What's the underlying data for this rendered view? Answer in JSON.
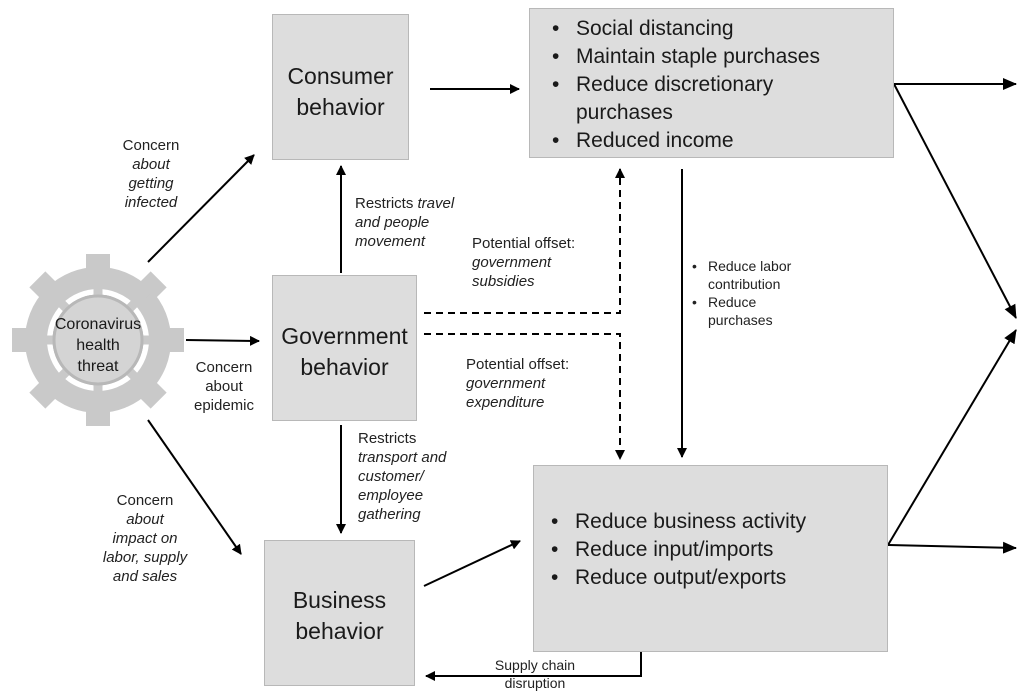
{
  "boxes": {
    "consumer": {
      "line1": "Consumer",
      "line2": "behavior"
    },
    "government": {
      "line1": "Government",
      "line2": "behavior"
    },
    "business": {
      "line1": "Business",
      "line2": "behavior"
    },
    "consumer_effects": [
      "Social distancing",
      "Maintain staple purchases",
      "Reduce discretionary purchases",
      "Reduced income"
    ],
    "business_effects": [
      "Reduce business activity",
      "Reduce input/imports",
      "Reduce output/exports"
    ]
  },
  "virus": {
    "line1": "Coronavirus",
    "line2": "health",
    "line3": "threat"
  },
  "labels": {
    "concern_infected": {
      "l1": "Concern",
      "l2": "about",
      "l3": "getting",
      "l4": "infected"
    },
    "concern_epidemic": {
      "l1": "Concern",
      "l2": "about",
      "l3": "epidemic"
    },
    "concern_impact": {
      "l1": "Concern",
      "l2": "about",
      "l3": "impact on",
      "l4": "labor, supply",
      "l5": "and sales"
    },
    "restricts_travel": {
      "plain": "Restricts ",
      "italic1": "travel",
      "l2": "and people",
      "l3": "movement"
    },
    "restricts_transport": {
      "l1": "Restricts",
      "l2": "transport and",
      "l3": "customer/",
      "l4": "employee",
      "l5": "gathering"
    },
    "offset_subsidies": {
      "l1": "Potential offset:",
      "l2": "government",
      "l3": "subsidies"
    },
    "offset_expenditure": {
      "l1": "Potential offset:",
      "l2": "government",
      "l3": "expenditure"
    },
    "consumer_to_business": [
      "Reduce labor contribution",
      "Reduce purchases"
    ],
    "supply_chain": {
      "l1": "Supply chain",
      "l2": "disruption"
    }
  }
}
